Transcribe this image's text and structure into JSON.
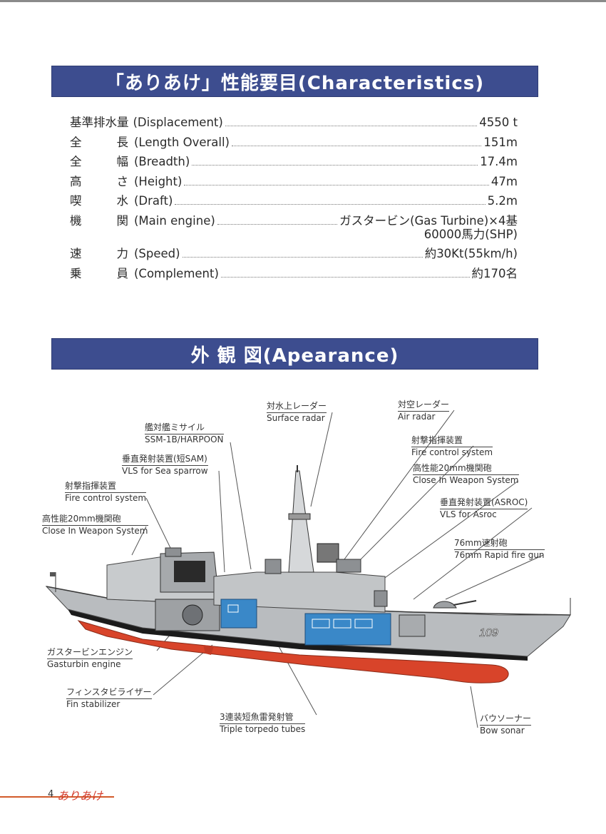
{
  "section1": {
    "title": "「ありあけ」性能要目(Characteristics)"
  },
  "specs": [
    {
      "jp_a": "基準排水量",
      "jp_b": "",
      "en": "(Displacement)",
      "value": "4550 t",
      "extra": ""
    },
    {
      "jp_a": "全",
      "jp_b": "長",
      "en": "(Length Overall)",
      "value": "151m",
      "extra": ""
    },
    {
      "jp_a": "全",
      "jp_b": "幅",
      "en": "(Breadth)",
      "value": "17.4m",
      "extra": ""
    },
    {
      "jp_a": "高",
      "jp_b": "さ",
      "en": "(Height)",
      "value": "47m",
      "extra": ""
    },
    {
      "jp_a": "喫",
      "jp_b": "水",
      "en": "(Draft)",
      "value": "5.2m",
      "extra": ""
    },
    {
      "jp_a": "機",
      "jp_b": "関",
      "en": "(Main engine)",
      "value": "ガスタービン(Gas Turbine)×4基",
      "extra": "60000馬力(SHP)"
    },
    {
      "jp_a": "速",
      "jp_b": "力",
      "en": "(Speed)",
      "value": "約30Kt(55km/h)",
      "extra": ""
    },
    {
      "jp_a": "乗",
      "jp_b": "員",
      "en": "(Complement)",
      "value": "約170名",
      "extra": ""
    }
  ],
  "section2": {
    "title": "外 観 図(Apearance)"
  },
  "callouts": {
    "surface_radar": {
      "jp": "対水上レーダー",
      "en": "Surface radar"
    },
    "air_radar": {
      "jp": "対空レーダー",
      "en": "Air radar"
    },
    "ssm": {
      "jp": "艦対艦ミサイル",
      "en": "SSM-1B/HARPOON"
    },
    "fcs_fwd": {
      "jp": "射撃指揮装置",
      "en": "Fire control system"
    },
    "vls_sam": {
      "jp": "垂直発射装置(短SAM)",
      "en": "VLS for Sea sparrow"
    },
    "ciws_fwd": {
      "jp": "高性能20mm機関砲",
      "en": "Close In Weapon System"
    },
    "fcs_aft": {
      "jp": "射撃指揮装置",
      "en": "Fire control system"
    },
    "vls_asroc": {
      "jp": "垂直発射装置(ASROC)",
      "en": "VLS for Asroc"
    },
    "ciws_aft": {
      "jp": "高性能20mm機関砲",
      "en": "Close In Weapon System"
    },
    "gun": {
      "jp": "76mm速射砲",
      "en": "76mm Rapid fire gun"
    },
    "gasturbine": {
      "jp": "ガスタービンエンジン",
      "en": "Gasturbin engine"
    },
    "fin": {
      "jp": "フィンスタビライザー",
      "en": "Fin stabilizer"
    },
    "torpedo": {
      "jp": "3連装短魚雷発射管",
      "en": "Triple torpedo tubes"
    },
    "sonar": {
      "jp": "バウソーナー",
      "en": "Bow sonar"
    }
  },
  "hull_number": "109",
  "footer": {
    "page": "4",
    "logo": "ありあけ"
  },
  "colors": {
    "banner": "#3d4d8f",
    "hull_red": "#d8442a",
    "hull_gray": "#b9bcbf",
    "accent_blue": "#3a88c8"
  }
}
